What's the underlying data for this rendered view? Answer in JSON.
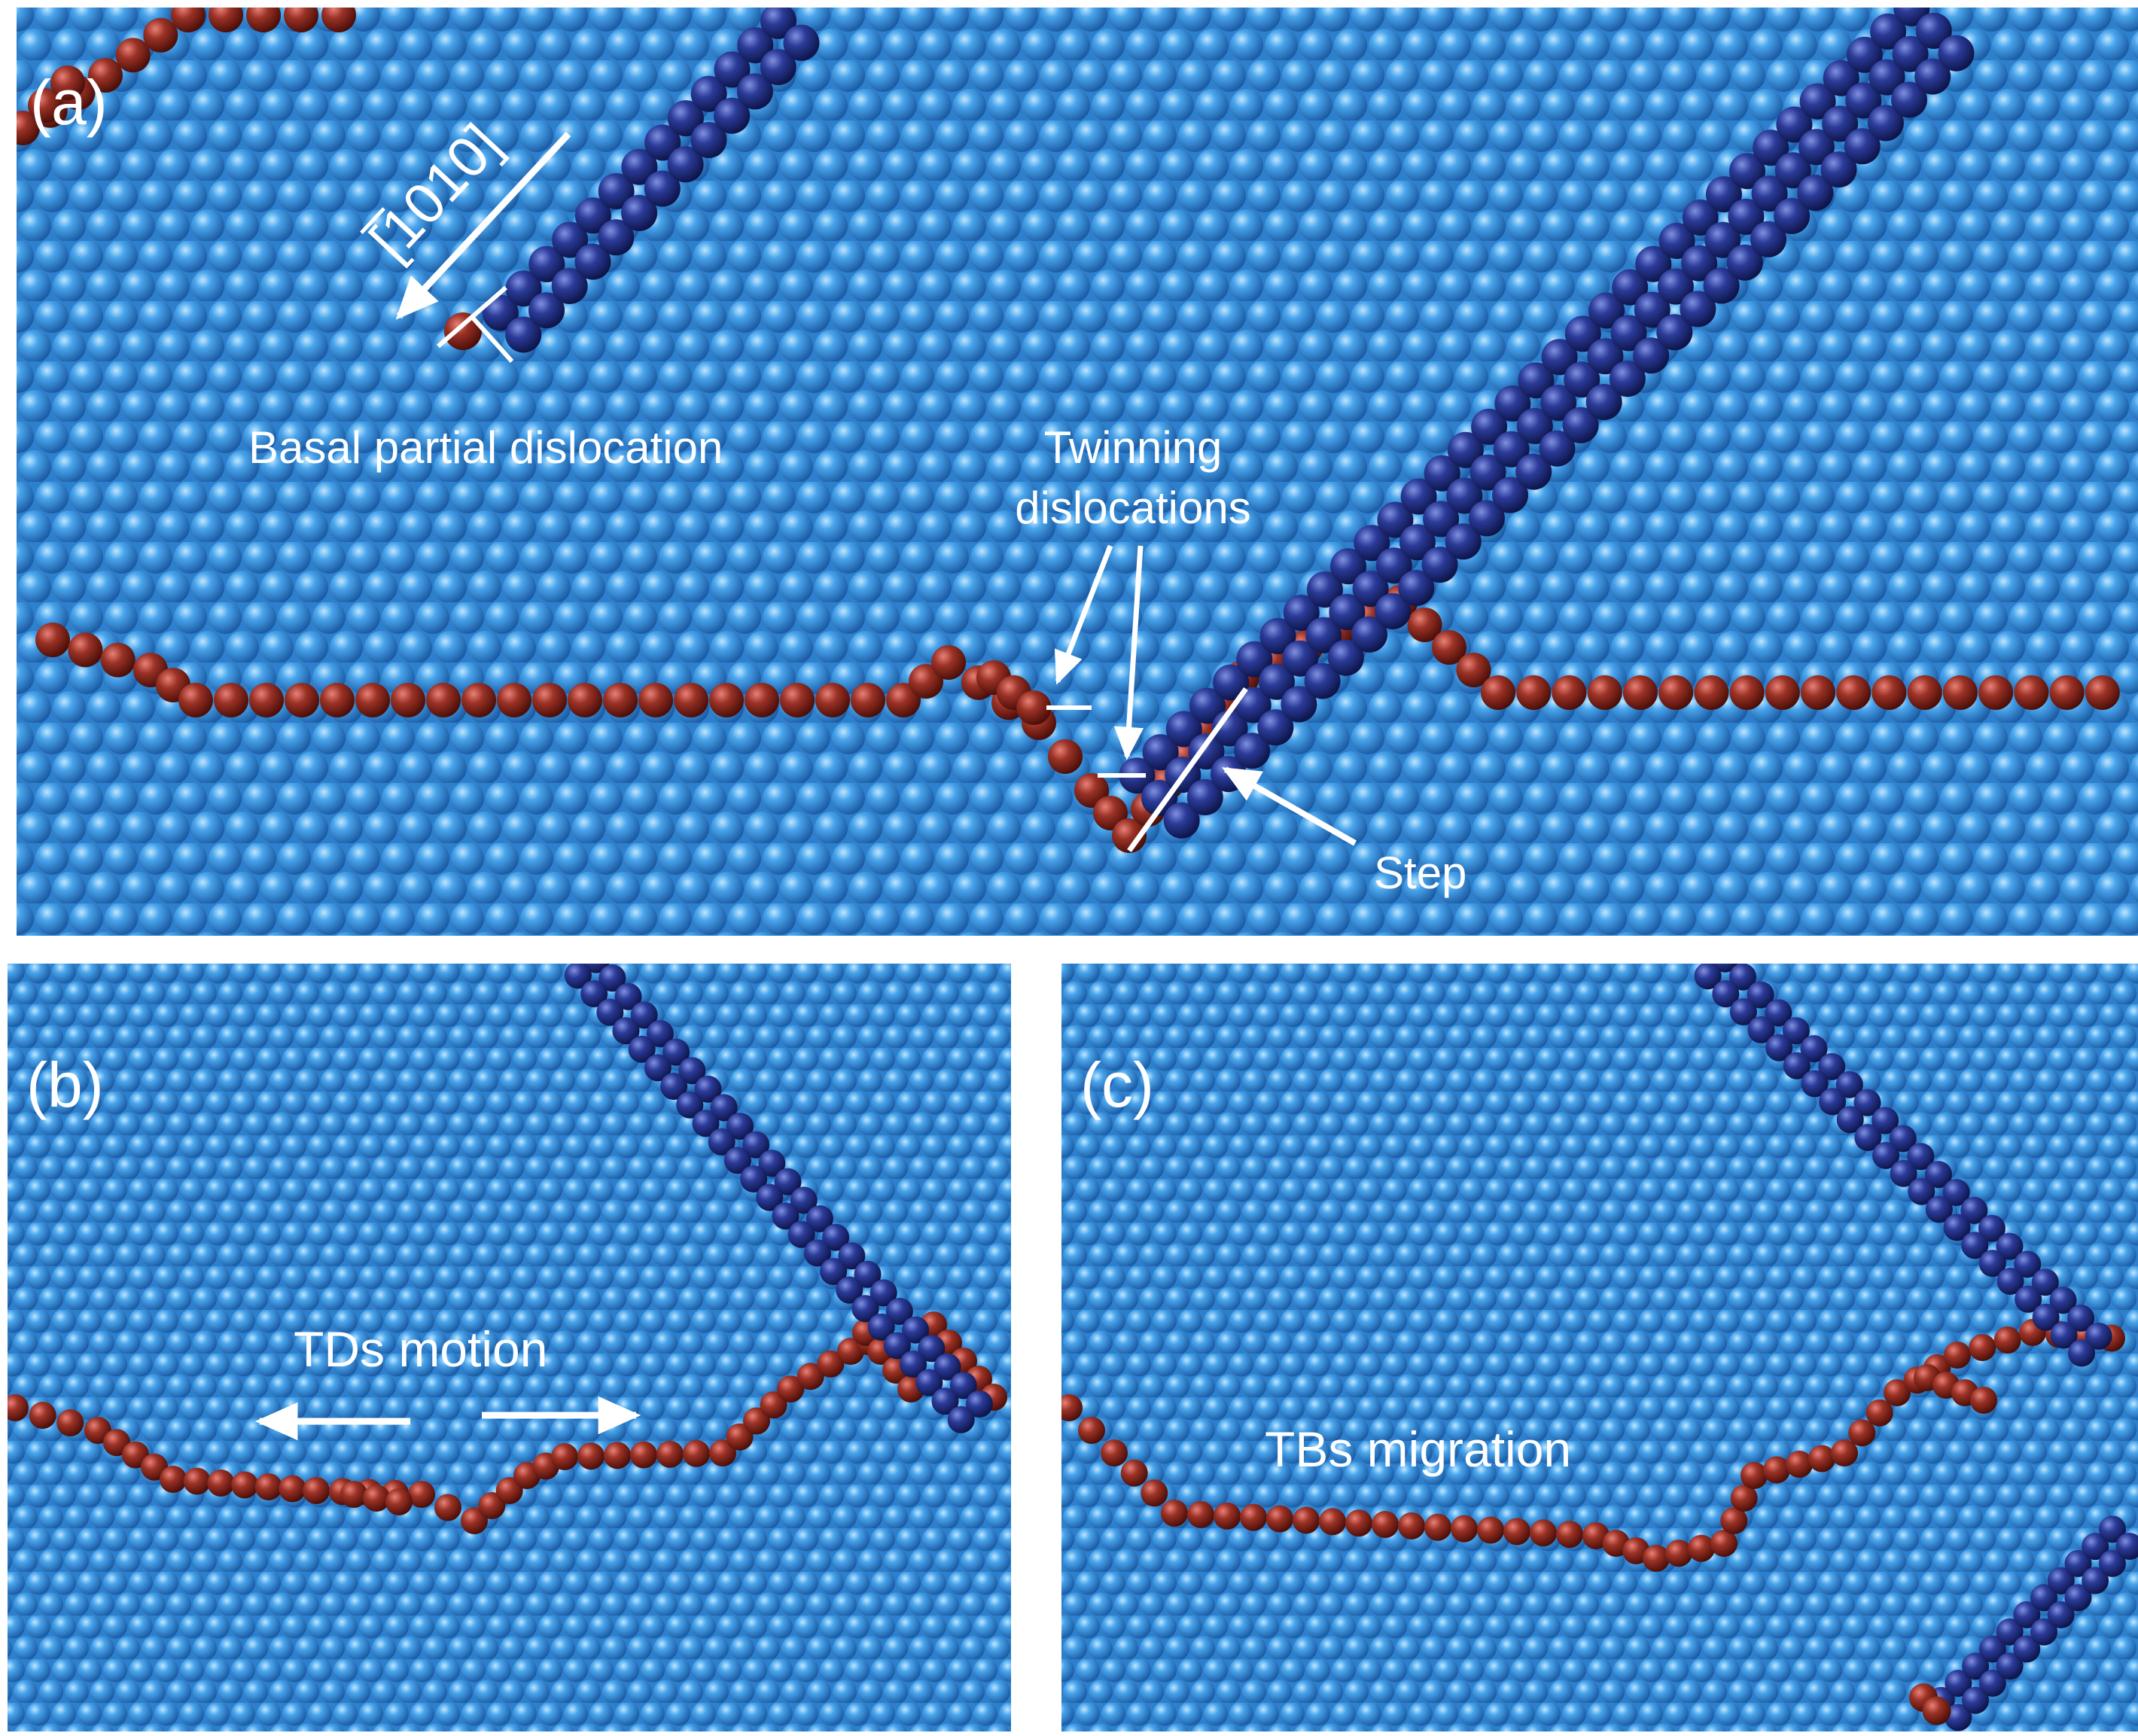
{
  "colors": {
    "matrix": "#3a93e0",
    "matrix_light": "#8fd0ff",
    "matrix_dark": "#1d5fa6",
    "twin_boundary": "#8c2a1f",
    "twin_light": "#d9625a",
    "twin_dark": "#4a0e08",
    "dislocation_line": "#27388f",
    "dislocation_light": "#6f7fd6",
    "dislocation_dark": "#0d1448",
    "annotation": "#ffffff"
  },
  "panels": {
    "a": {
      "label": "(a)",
      "direction": "[Ġ10¹₀]",
      "direction_text": "[̅1010]",
      "basal": "Basal partial dislocation",
      "twin_line1": "Twinning",
      "twin_line2": "dislocations",
      "step": "Step"
    },
    "b": {
      "label": "(b)",
      "motion": "TDs motion"
    },
    "c": {
      "label": "(c)",
      "migration": "TBs migration"
    }
  }
}
